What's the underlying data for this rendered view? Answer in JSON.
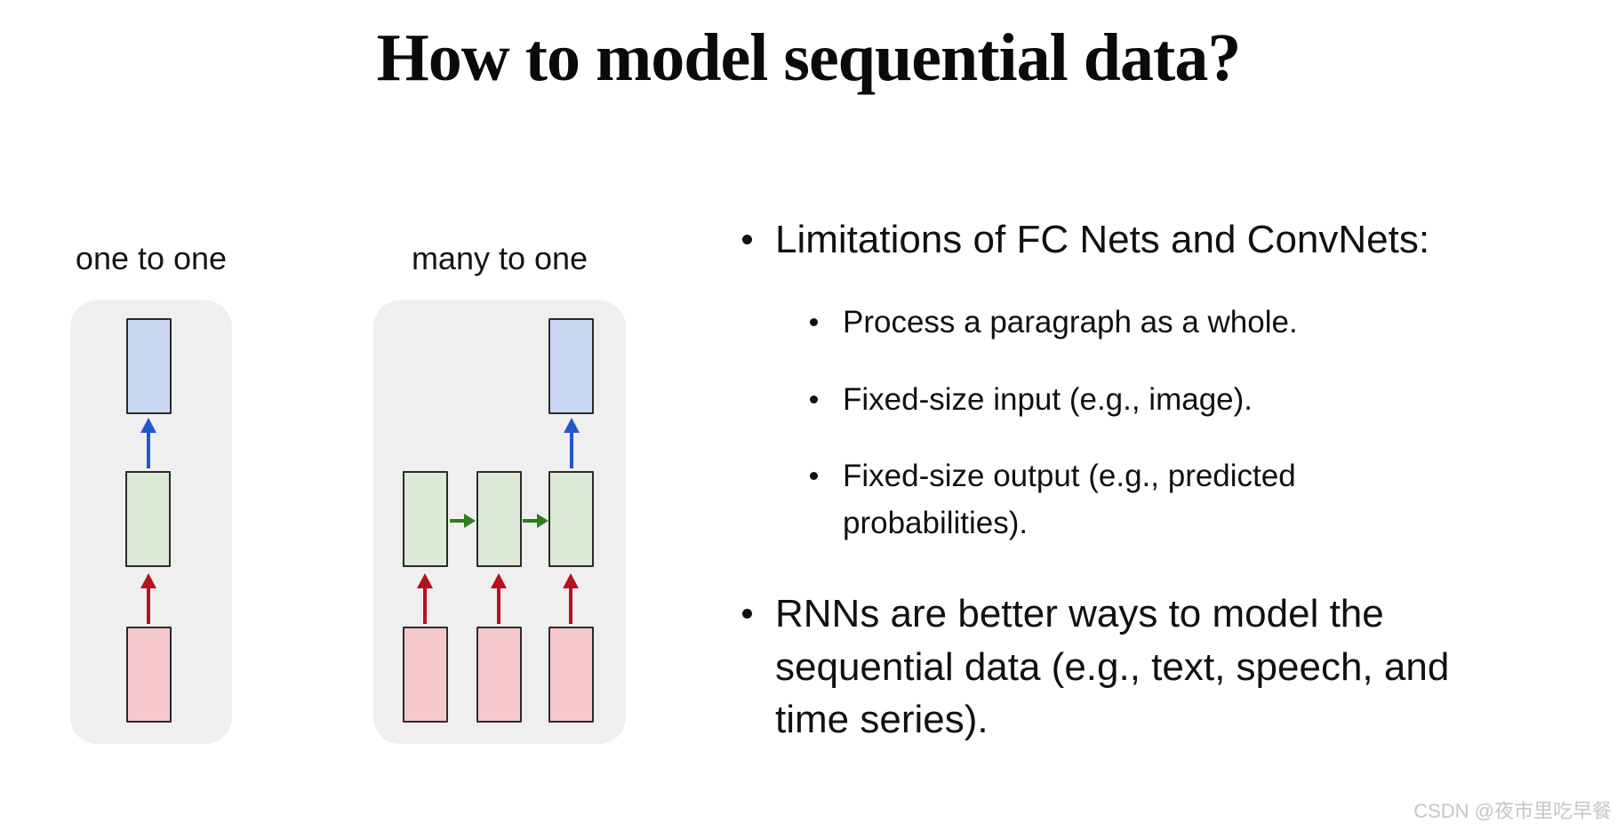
{
  "title": "How to model sequential data?",
  "diagrams": {
    "one_to_one": {
      "label": "one to one"
    },
    "many_to_one": {
      "label": "many to one"
    }
  },
  "content": {
    "limitations_heading": "Limitations of FC Nets and ConvNets:",
    "limitation_items": [
      "Process a paragraph as a whole.",
      "Fixed-size input (e.g., image).",
      "Fixed-size output (e.g., predicted\nprobabilities)."
    ],
    "rnn_point": "RNNs are better ways to model the\nsequential data (e.g., text, speech, and\ntime series)."
  },
  "watermark": {
    "text": "CSDN @夜市里吃早餐"
  },
  "colors": {
    "panel_bg": "#efefef",
    "box_border": "#2b2b2b",
    "output_box_fill": "#c9d7f2",
    "hidden_box_fill": "#dcead6",
    "input_box_fill": "#f5c9cc",
    "output_arrow": "#2457cc",
    "input_arrow": "#b8101f",
    "recurrent_arrow": "#2e7d1a",
    "watermark_text": "#c6c6c6"
  }
}
